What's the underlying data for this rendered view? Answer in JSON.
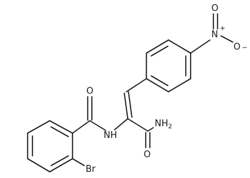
{
  "atoms": {
    "o_amide_top": "O",
    "n_amide_link": "NH",
    "n_nitro": "N",
    "charge_plus": "+",
    "o_nitro_top": "O",
    "o_nitro_right": "O",
    "charge_minus": "−",
    "nh2_amide": "NH",
    "nh2_subscript": "2",
    "o_amide_bottom": "O",
    "br": "Br"
  }
}
